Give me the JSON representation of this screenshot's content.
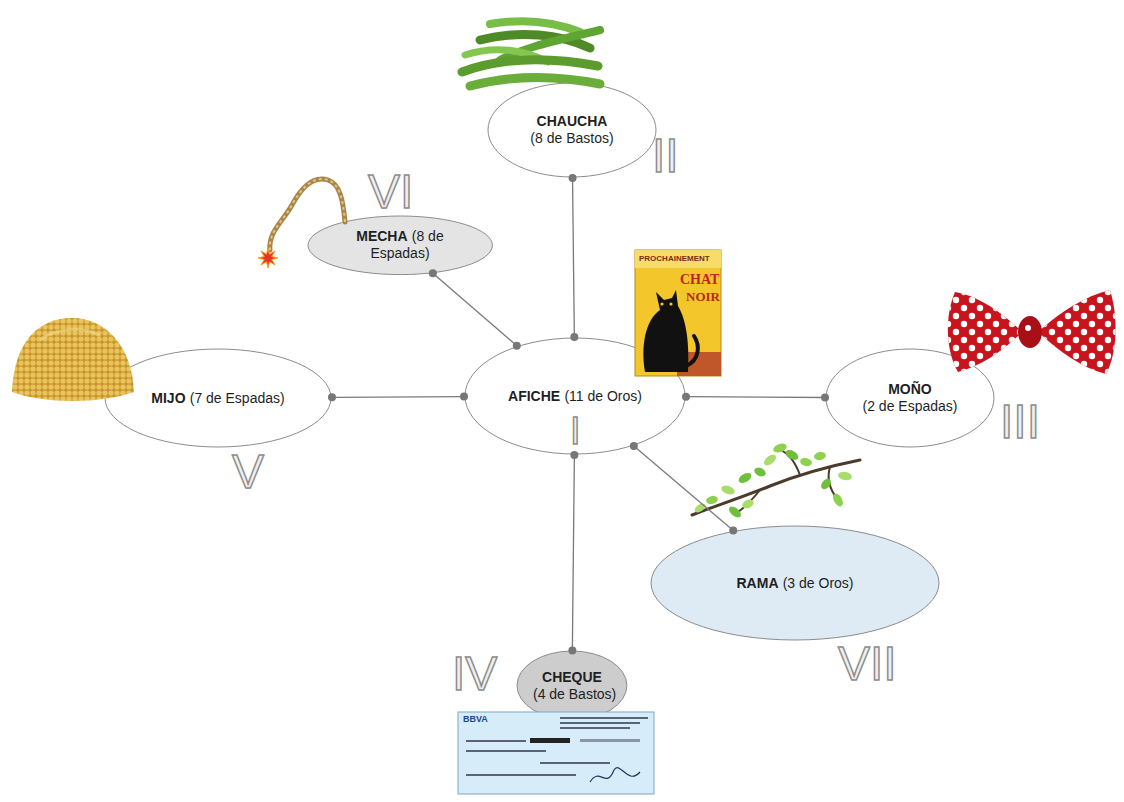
{
  "diagram": {
    "nodes": [
      {
        "text": [
          "CHAUCHA",
          "(8 de Bastos)"
        ]
      },
      {
        "text": [
          "MECHA",
          "(8 de Espadas)"
        ]
      },
      {
        "text": [
          "MIJO",
          "(7 de Espadas)"
        ]
      },
      {
        "text": [
          "AFICHE",
          "(11 de Oros)"
        ]
      },
      {
        "text": [
          "MOÑO",
          "(2 de Espadas)"
        ]
      },
      {
        "text": [
          "RAMA",
          "(3 de Oros)"
        ]
      },
      {
        "text": [
          "CHEQUE",
          "(4 de Bastos)"
        ]
      }
    ],
    "edges": [
      {
        "from": 3,
        "to": 0,
        "arrow": "none"
      },
      {
        "from": 3,
        "to": 1,
        "arrow": "none"
      },
      {
        "from": 3,
        "to": 2,
        "arrow": "none"
      },
      {
        "from": 3,
        "to": 4,
        "arrow": "none"
      },
      {
        "from": 3,
        "to": 5,
        "arrow": "none"
      },
      {
        "from": 3,
        "to": 6,
        "arrow": "none"
      }
    ],
    "labels": [
      "II",
      "VI",
      "V",
      "I",
      "III",
      "VII",
      "IV",
      "PROCHAINEMENT",
      "CHAT",
      "NOIR",
      "BBVA"
    ]
  }
}
